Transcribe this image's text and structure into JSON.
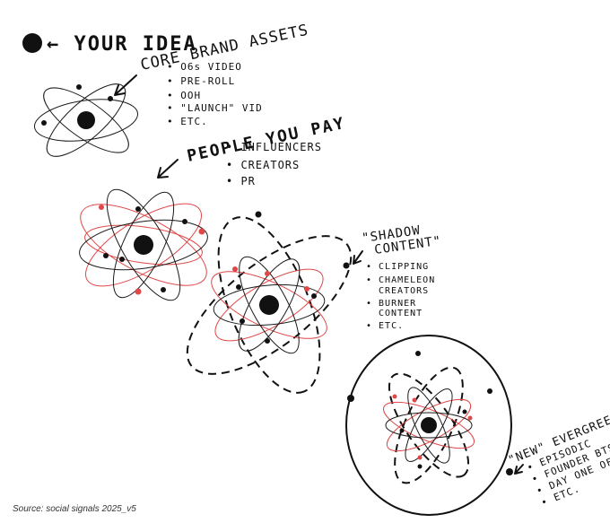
{
  "labels": {
    "your_idea": "← YOUR IDEA",
    "core_brand_assets": "CORE BRAND ASSETS",
    "people_you_pay": "PEOPLE YOU PAY",
    "shadow_content_line1": "\"SHADOW",
    "shadow_content_line2": "CONTENT\"",
    "new_evergreen": "\"NEW\" EVERGREEN",
    "source": "Source: social signals 2025_v5"
  },
  "core_brand_assets_items": [
    "• O6s VIDEO",
    "• PRE-ROLL",
    "• OOH",
    "• \"LAUNCH\" VID",
    "• ETC."
  ],
  "people_you_pay_items": [
    "• INFLUENCERS",
    "• CREATORS",
    "• PR"
  ],
  "shadow_content_items": [
    "• CLIPPING",
    "• CHAMELEON",
    "CREATORS",
    "• BURNER",
    "CONTENT",
    "• ETC."
  ],
  "new_evergreen_items": [
    "• EPISODIC",
    "• FOUNDER BTS",
    "• DAY ONE OF",
    "• ETC."
  ],
  "colors": {
    "ink": "#111111",
    "red": "#e04848",
    "background": "#ffffff"
  },
  "icons": [
    "nucleus-dot-icon",
    "atom-icon",
    "arrow-icon"
  ]
}
